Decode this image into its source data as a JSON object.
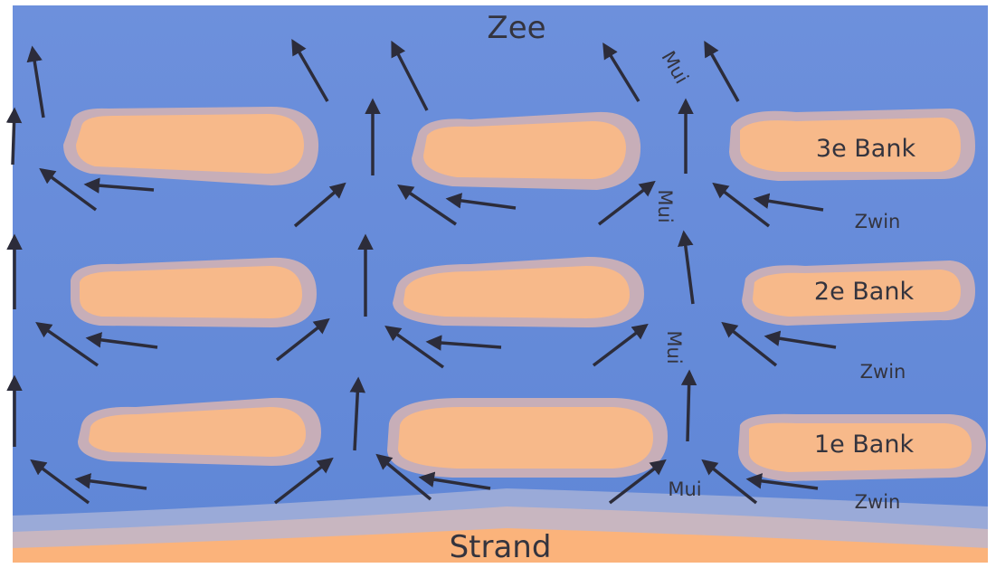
{
  "labels": {
    "sea": "Zee",
    "beach": "Strand",
    "bank3": "3e Bank",
    "bank2": "2e Bank",
    "bank1": "1e Bank",
    "zwin3": "Zwin",
    "zwin2": "Zwin",
    "zwin1": "Zwin",
    "mui_top": "Mui",
    "mui_upper": "Mui",
    "mui_mid": "Mui",
    "mui_bottom": "Mui"
  },
  "colors": {
    "sea": "#6b8fdb",
    "bank_fill": "#f7b98a",
    "bank_edge": "#c7aeb8",
    "beach": "#fbb37b",
    "arrow": "#2c2c3a"
  }
}
